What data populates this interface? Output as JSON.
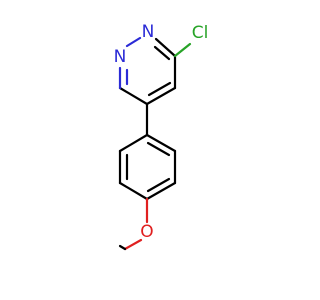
{
  "molecule": {
    "atoms": {
      "n1": "N",
      "n2": "N",
      "cl": "Cl",
      "o": "O"
    },
    "colors": {
      "nitrogen": "#2b2bd6",
      "chlorine": "#27a327",
      "oxygen": "#e02020",
      "carbon": "#000000"
    }
  }
}
